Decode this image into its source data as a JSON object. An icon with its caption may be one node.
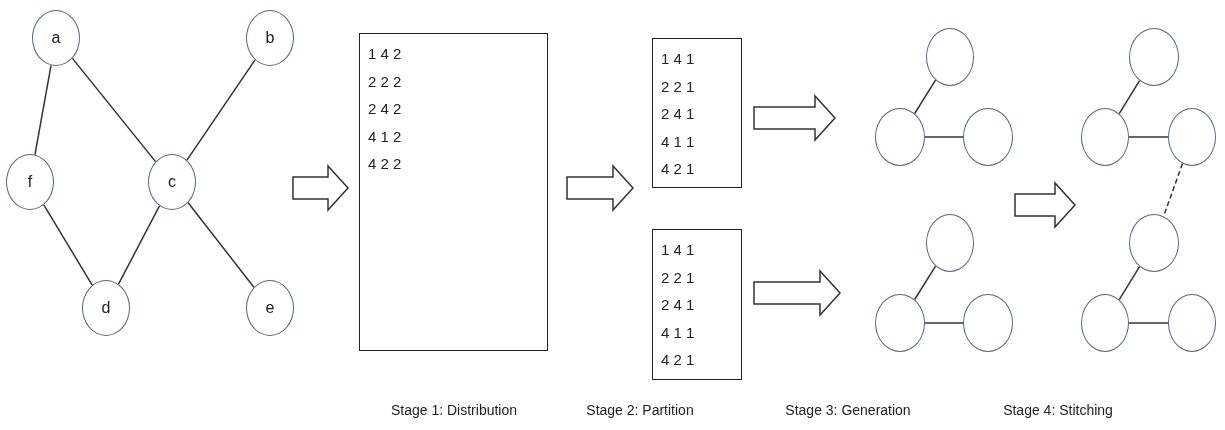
{
  "diagram": {
    "nodes": [
      {
        "text": [
          "a"
        ]
      },
      {
        "text": [
          "b"
        ]
      },
      {
        "text": [
          "f"
        ]
      },
      {
        "text": [
          "c"
        ]
      },
      {
        "text": [
          "d"
        ]
      },
      {
        "text": [
          "e"
        ]
      },
      {
        "text": [
          "1 4 2",
          "2 2 2",
          "2 4 2",
          "4 1 2",
          "4 2 2"
        ]
      },
      {
        "text": [
          "1 4 1",
          "2 2 1",
          "2 4 1",
          "4 1 1",
          "4 2 1"
        ]
      },
      {
        "text": [
          "1 4 1",
          "2 2 1",
          "2 4 1",
          "4 1 1",
          "4 2 1"
        ]
      },
      {
        "text": [],
        "shape": "circle"
      },
      {
        "text": [],
        "shape": "circle"
      },
      {
        "text": [],
        "shape": "circle"
      },
      {
        "text": [],
        "shape": "circle"
      },
      {
        "text": [],
        "shape": "circle"
      },
      {
        "text": [],
        "shape": "circle"
      },
      {
        "text": [],
        "shape": "circle"
      },
      {
        "text": [],
        "shape": "circle"
      },
      {
        "text": [],
        "shape": "circle"
      },
      {
        "text": [],
        "shape": "circle"
      },
      {
        "text": [],
        "shape": "circle"
      },
      {
        "text": [],
        "shape": "circle"
      }
    ],
    "edges": [
      {
        "from": 0,
        "to": 2,
        "arrow": "none"
      },
      {
        "from": 0,
        "to": 3,
        "arrow": "none"
      },
      {
        "from": 1,
        "to": 3,
        "arrow": "none"
      },
      {
        "from": 2,
        "to": 4,
        "arrow": "none"
      },
      {
        "from": 3,
        "to": 4,
        "arrow": "none"
      },
      {
        "from": 3,
        "to": 5,
        "arrow": "none"
      },
      {
        "from": null,
        "to": 6,
        "arrow": "to"
      },
      {
        "from": 6,
        "to": 7,
        "arrow": "to"
      },
      {
        "from": 7,
        "to": null,
        "arrow": "to"
      },
      {
        "from": 8,
        "to": null,
        "arrow": "to"
      },
      {
        "from": 9,
        "to": 10,
        "arrow": "none"
      },
      {
        "from": 10,
        "to": 11,
        "arrow": "none"
      },
      {
        "from": 12,
        "to": 13,
        "arrow": "none"
      },
      {
        "from": 13,
        "to": 14,
        "arrow": "none"
      },
      {
        "from": 15,
        "to": 16,
        "arrow": "none"
      },
      {
        "from": 16,
        "to": 17,
        "arrow": "none"
      },
      {
        "from": 17,
        "to": 18,
        "arrow": "none",
        "style": "dashed"
      },
      {
        "from": 18,
        "to": 19,
        "arrow": "none"
      },
      {
        "from": 19,
        "to": 20,
        "arrow": "none"
      }
    ],
    "labels": [
      "Stage 1: Distribution",
      "Stage 2: Partition",
      "Stage 3: Generation",
      "Stage 4: Stitching"
    ]
  }
}
